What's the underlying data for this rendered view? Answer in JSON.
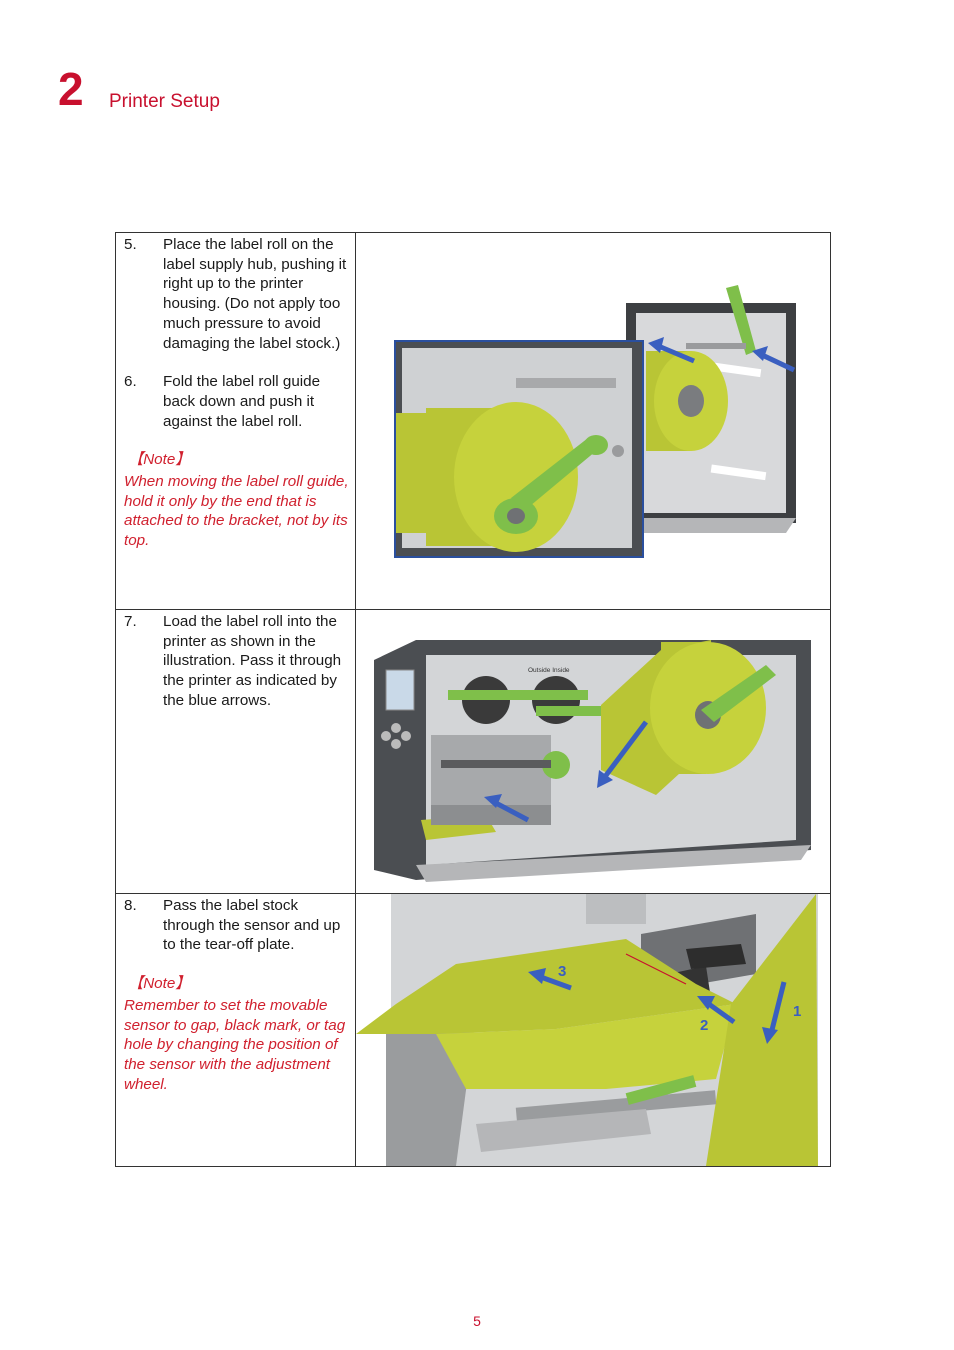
{
  "header": {
    "chapter_number": "2",
    "chapter_title": "Printer Setup"
  },
  "rows": [
    {
      "steps": [
        {
          "number": "5.",
          "text": "Place the label roll on the label supply hub, pushing it right up to the printer housing. (Do not apply too much pressure to avoid damaging the label stock.)"
        },
        {
          "number": "6.",
          "text": "Fold the label roll guide back down and push it against the label roll."
        }
      ],
      "note_heading": "【Note】",
      "note_text": "When moving the label roll guide, hold it only by the end that is attached to the bracket, not by its top."
    },
    {
      "steps": [
        {
          "number": "7.",
          "text": "Load the label roll into the printer as shown in the illustration. Pass it through the printer as indicated by the blue arrows."
        }
      ],
      "illustration_text": {
        "sensor_label": "Outside Inside"
      }
    },
    {
      "steps": [
        {
          "number": "8.",
          "text": "Pass the label stock through the sensor and up to the tear-off plate."
        }
      ],
      "note_heading": "【Note】",
      "note_text": "Remember to set the movable sensor to gap, black mark, or tag hole by changing the position of the sensor with the adjustment wheel.",
      "arrow_labels": {
        "a1": "1",
        "a2": "2",
        "a3": "3"
      }
    }
  ],
  "footer": {
    "page_number": "5"
  },
  "colors": {
    "accent_red": "#c8102e",
    "label_yellow": "#c6d23c",
    "arrow_blue": "#3a5fc0",
    "printer_gray": "#8c8c8c"
  }
}
